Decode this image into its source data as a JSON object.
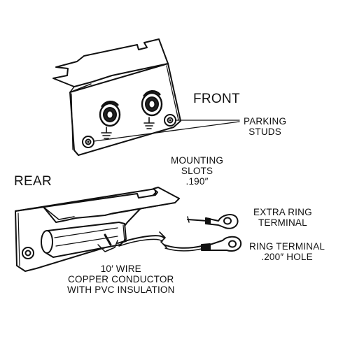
{
  "labels": {
    "front": "FRONT",
    "rear": "REAR",
    "parking_studs": [
      "PARKING",
      "STUDS"
    ],
    "mounting_slots": [
      "MOUNTING",
      "SLOTS",
      ".190″"
    ],
    "extra_ring_terminal": [
      "EXTRA RING",
      "TERMINAL"
    ],
    "ring_terminal": [
      "RING TERMINAL",
      ".200″ HOLE"
    ],
    "wire": [
      "10′ WIRE",
      "COPPER CONDUCTOR",
      "WITH PVC INSULATION"
    ]
  },
  "icons": [
    "ground-symbol-icon"
  ],
  "colors": {
    "line": "#111111",
    "background": "#ffffff"
  }
}
